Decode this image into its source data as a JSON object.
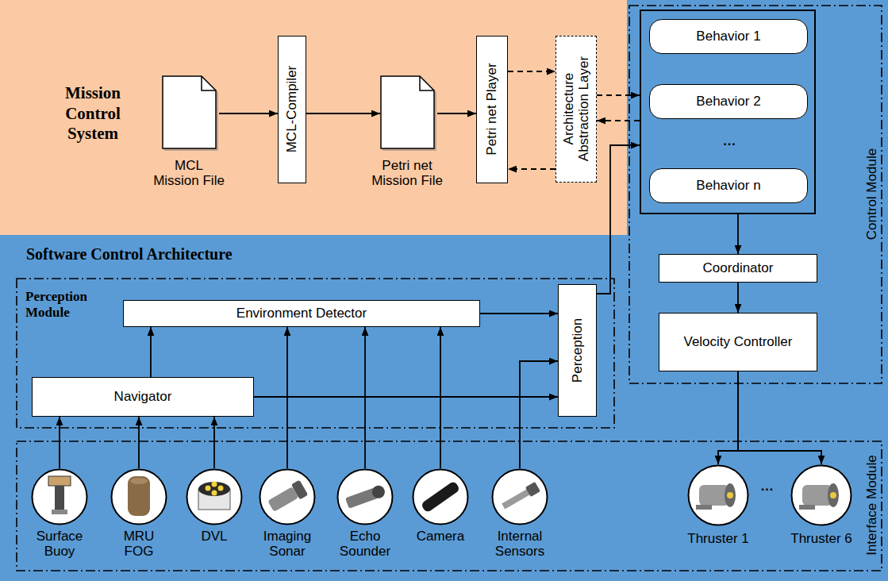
{
  "diagram": {
    "nodes": [
      {
        "text": [
          "Software Control Architecture"
        ]
      },
      {
        "text": [
          "Mission Control System"
        ],
        "in": 0
      },
      {
        "text": [
          "MCL Mission File"
        ],
        "in": 1
      },
      {
        "text": [
          "MCL-Compiler"
        ],
        "in": 1
      },
      {
        "text": [
          "Petri net Mission File"
        ],
        "in": 1
      },
      {
        "text": [
          "Petri net Player"
        ],
        "in": 1
      },
      {
        "text": [
          "Architecture Abstraction Layer"
        ],
        "in": 1
      },
      {
        "text": [
          "Control Module"
        ],
        "in": 0
      },
      {
        "text": [
          "…"
        ],
        "in": 7
      },
      {
        "text": [
          "Behavior 1"
        ],
        "in": 8
      },
      {
        "text": [
          "Behavior 2"
        ],
        "in": 8
      },
      {
        "text": [
          "Behavior n"
        ],
        "in": 8
      },
      {
        "text": [
          "Coordinator"
        ],
        "in": 7
      },
      {
        "text": [
          "Velocity Controller"
        ],
        "in": 7
      },
      {
        "text": [
          "Perception Module"
        ],
        "in": 0
      },
      {
        "text": [
          "Environment Detector"
        ],
        "in": 14
      },
      {
        "text": [
          "Navigator"
        ],
        "in": 14
      },
      {
        "text": [
          "Perception"
        ],
        "in": 14
      },
      {
        "text": [
          "Interface Module"
        ],
        "in": 0
      },
      {
        "text": [
          "Surface Buoy"
        ],
        "in": 18
      },
      {
        "text": [
          "MRU FOG"
        ],
        "in": 18
      },
      {
        "text": [
          "DVL"
        ],
        "in": 18
      },
      {
        "text": [
          "Imaging Sonar"
        ],
        "in": 18
      },
      {
        "text": [
          "Echo Sounder"
        ],
        "in": 18
      },
      {
        "text": [
          "Camera"
        ],
        "in": 18
      },
      {
        "text": [
          "Internal Sensors"
        ],
        "in": 18
      },
      {
        "text": [
          "Thruster 1"
        ],
        "in": 18
      },
      {
        "text": [
          "Thruster 6"
        ],
        "in": 18
      }
    ],
    "edges": [
      {
        "from": 2,
        "to": 3,
        "arrow": "to"
      },
      {
        "from": 3,
        "to": 4,
        "arrow": "to"
      },
      {
        "from": 4,
        "to": 5,
        "arrow": "to"
      },
      {
        "from": 5,
        "to": 6,
        "arrow": "to"
      },
      {
        "from": 6,
        "to": 8,
        "arrow": "to"
      },
      {
        "from": 8,
        "to": 6,
        "arrow": "to"
      },
      {
        "from": 6,
        "to": 5,
        "arrow": "to"
      },
      {
        "from": 17,
        "to": 8,
        "arrow": "to"
      },
      {
        "from": 8,
        "to": 12,
        "arrow": "to"
      },
      {
        "from": 12,
        "to": 13,
        "arrow": "to"
      },
      {
        "from": 13,
        "to": 26,
        "arrow": "to"
      },
      {
        "from": 13,
        "to": 27,
        "arrow": "to"
      },
      {
        "from": 16,
        "to": 15,
        "arrow": "to"
      },
      {
        "from": 19,
        "to": 16,
        "arrow": "to"
      },
      {
        "from": 20,
        "to": 16,
        "arrow": "to"
      },
      {
        "from": 21,
        "to": 16,
        "arrow": "to"
      },
      {
        "from": 22,
        "to": 15,
        "arrow": "to"
      },
      {
        "from": 23,
        "to": 15,
        "arrow": "to"
      },
      {
        "from": 24,
        "to": 15,
        "arrow": "to"
      },
      {
        "from": 15,
        "to": 17,
        "arrow": "to"
      },
      {
        "from": 16,
        "to": 17,
        "arrow": "to"
      },
      {
        "from": 25,
        "to": 17,
        "arrow": "to"
      }
    ],
    "labels": [
      "…"
    ]
  }
}
